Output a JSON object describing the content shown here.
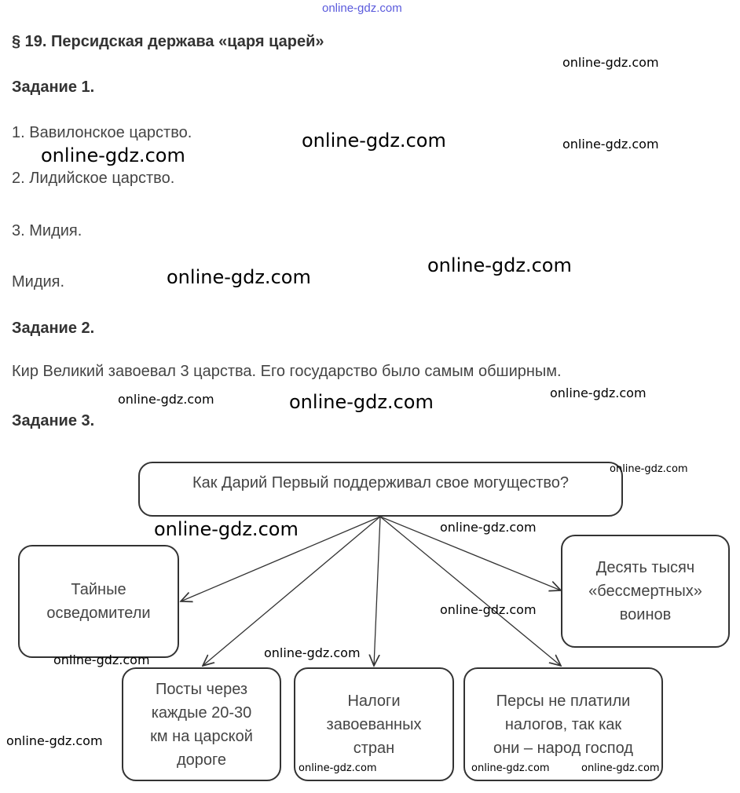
{
  "header_watermark": "online-gdz.com",
  "title": "§ 19. Персидская держава «царя царей»",
  "task1": {
    "heading": "Задание 1.",
    "items": [
      "1. Вавилонское царство.",
      "2. Лидийское царство.",
      "3. Мидия."
    ],
    "answer": "Мидия."
  },
  "task2": {
    "heading": "Задание 2.",
    "text": "Кир Великий завоевал 3 царства. Его государство было самым обширным."
  },
  "task3": {
    "heading": "Задание 3.",
    "diagram": {
      "question": "Как Дарий Первый поддерживал свое могущество?",
      "nodes": [
        "Тайные\nосведомители",
        "Десять тысяч\n«бессмертных»\nвоинов",
        "Посты через\nкаждые 20-30\nкм на царской\nдороге",
        "Налоги\nзавоеванных\nстран",
        "Персы не платили\nналогов, так как\nони – народ господ"
      ]
    }
  },
  "watermarks": [
    "online-gdz.com",
    "online-gdz.com",
    "online-gdz.com",
    "online-gdz.com",
    "online-gdz.com",
    "online-gdz.com",
    "online-gdz.com",
    "online-gdz.com",
    "online-gdz.com",
    "online-gdz.com",
    "online-gdz.com",
    "online-gdz.com",
    "online-gdz.com",
    "online-gdz.com",
    "online-gdz.com",
    "online-gdz.com",
    "online-gdz.com",
    "online-gdz.com"
  ]
}
